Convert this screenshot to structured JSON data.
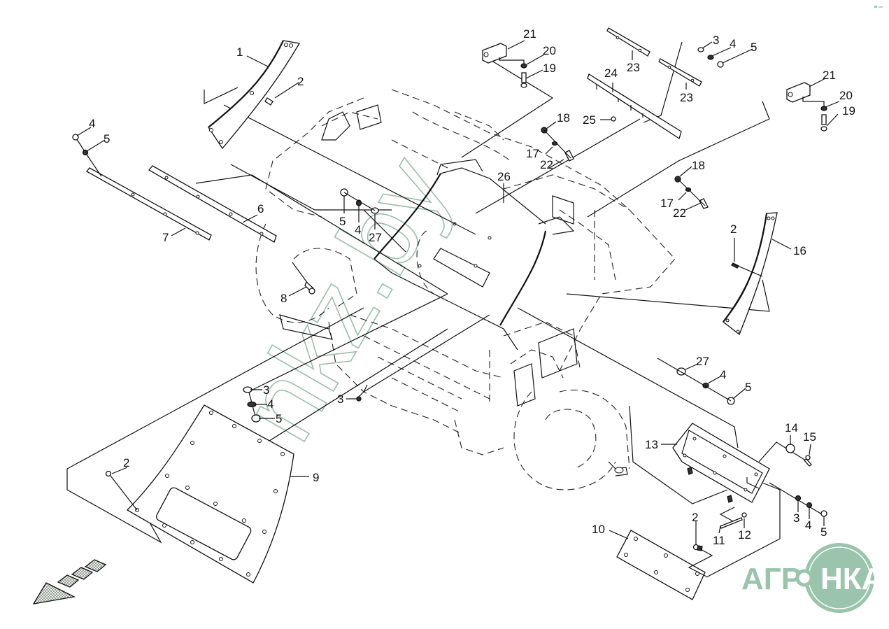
{
  "diagram": {
    "type": "exploded-parts-view",
    "subject": "frame guard / shield assembly",
    "watermark": "nkz.by",
    "logo": {
      "left_text": "АГРО",
      "circle_text": "НКА",
      "color": "#9ac4ab"
    },
    "direction_arrow": "forward-direction-arrow",
    "callouts": [
      {
        "id": "c1",
        "label": "1"
      },
      {
        "id": "c2a",
        "label": "2"
      },
      {
        "id": "c4a",
        "label": "4"
      },
      {
        "id": "c5a",
        "label": "5"
      },
      {
        "id": "c7",
        "label": "7"
      },
      {
        "id": "c6",
        "label": "6"
      },
      {
        "id": "c5b",
        "label": "5"
      },
      {
        "id": "c4b",
        "label": "4"
      },
      {
        "id": "c27a",
        "label": "27"
      },
      {
        "id": "c8",
        "label": "8"
      },
      {
        "id": "c21a",
        "label": "21"
      },
      {
        "id": "c20a",
        "label": "20"
      },
      {
        "id": "c19a",
        "label": "19"
      },
      {
        "id": "c23a",
        "label": "23"
      },
      {
        "id": "c24",
        "label": "24"
      },
      {
        "id": "c23b",
        "label": "23"
      },
      {
        "id": "c3a",
        "label": "3"
      },
      {
        "id": "c4c",
        "label": "4"
      },
      {
        "id": "c5c",
        "label": "5"
      },
      {
        "id": "c21b",
        "label": "21"
      },
      {
        "id": "c20b",
        "label": "20"
      },
      {
        "id": "c19b",
        "label": "19"
      },
      {
        "id": "c25",
        "label": "25"
      },
      {
        "id": "c18a",
        "label": "18"
      },
      {
        "id": "c17a",
        "label": "17"
      },
      {
        "id": "c22a",
        "label": "22"
      },
      {
        "id": "c26",
        "label": "26"
      },
      {
        "id": "c18b",
        "label": "18"
      },
      {
        "id": "c17b",
        "label": "17"
      },
      {
        "id": "c22b",
        "label": "22"
      },
      {
        "id": "c2b",
        "label": "2"
      },
      {
        "id": "c16",
        "label": "16"
      },
      {
        "id": "c27b",
        "label": "27"
      },
      {
        "id": "c4d",
        "label": "4"
      },
      {
        "id": "c5d",
        "label": "5"
      },
      {
        "id": "c3b",
        "label": "3"
      },
      {
        "id": "c3c",
        "label": "3"
      },
      {
        "id": "c4e",
        "label": "4"
      },
      {
        "id": "c5e",
        "label": "5"
      },
      {
        "id": "c2c",
        "label": "2"
      },
      {
        "id": "c9",
        "label": "9"
      },
      {
        "id": "c13",
        "label": "13"
      },
      {
        "id": "c14",
        "label": "14"
      },
      {
        "id": "c15",
        "label": "15"
      },
      {
        "id": "c3d",
        "label": "3"
      },
      {
        "id": "c4f",
        "label": "4"
      },
      {
        "id": "c5f",
        "label": "5"
      },
      {
        "id": "c2d",
        "label": "2"
      },
      {
        "id": "c11",
        "label": "11"
      },
      {
        "id": "c12",
        "label": "12"
      },
      {
        "id": "c10",
        "label": "10"
      }
    ]
  }
}
